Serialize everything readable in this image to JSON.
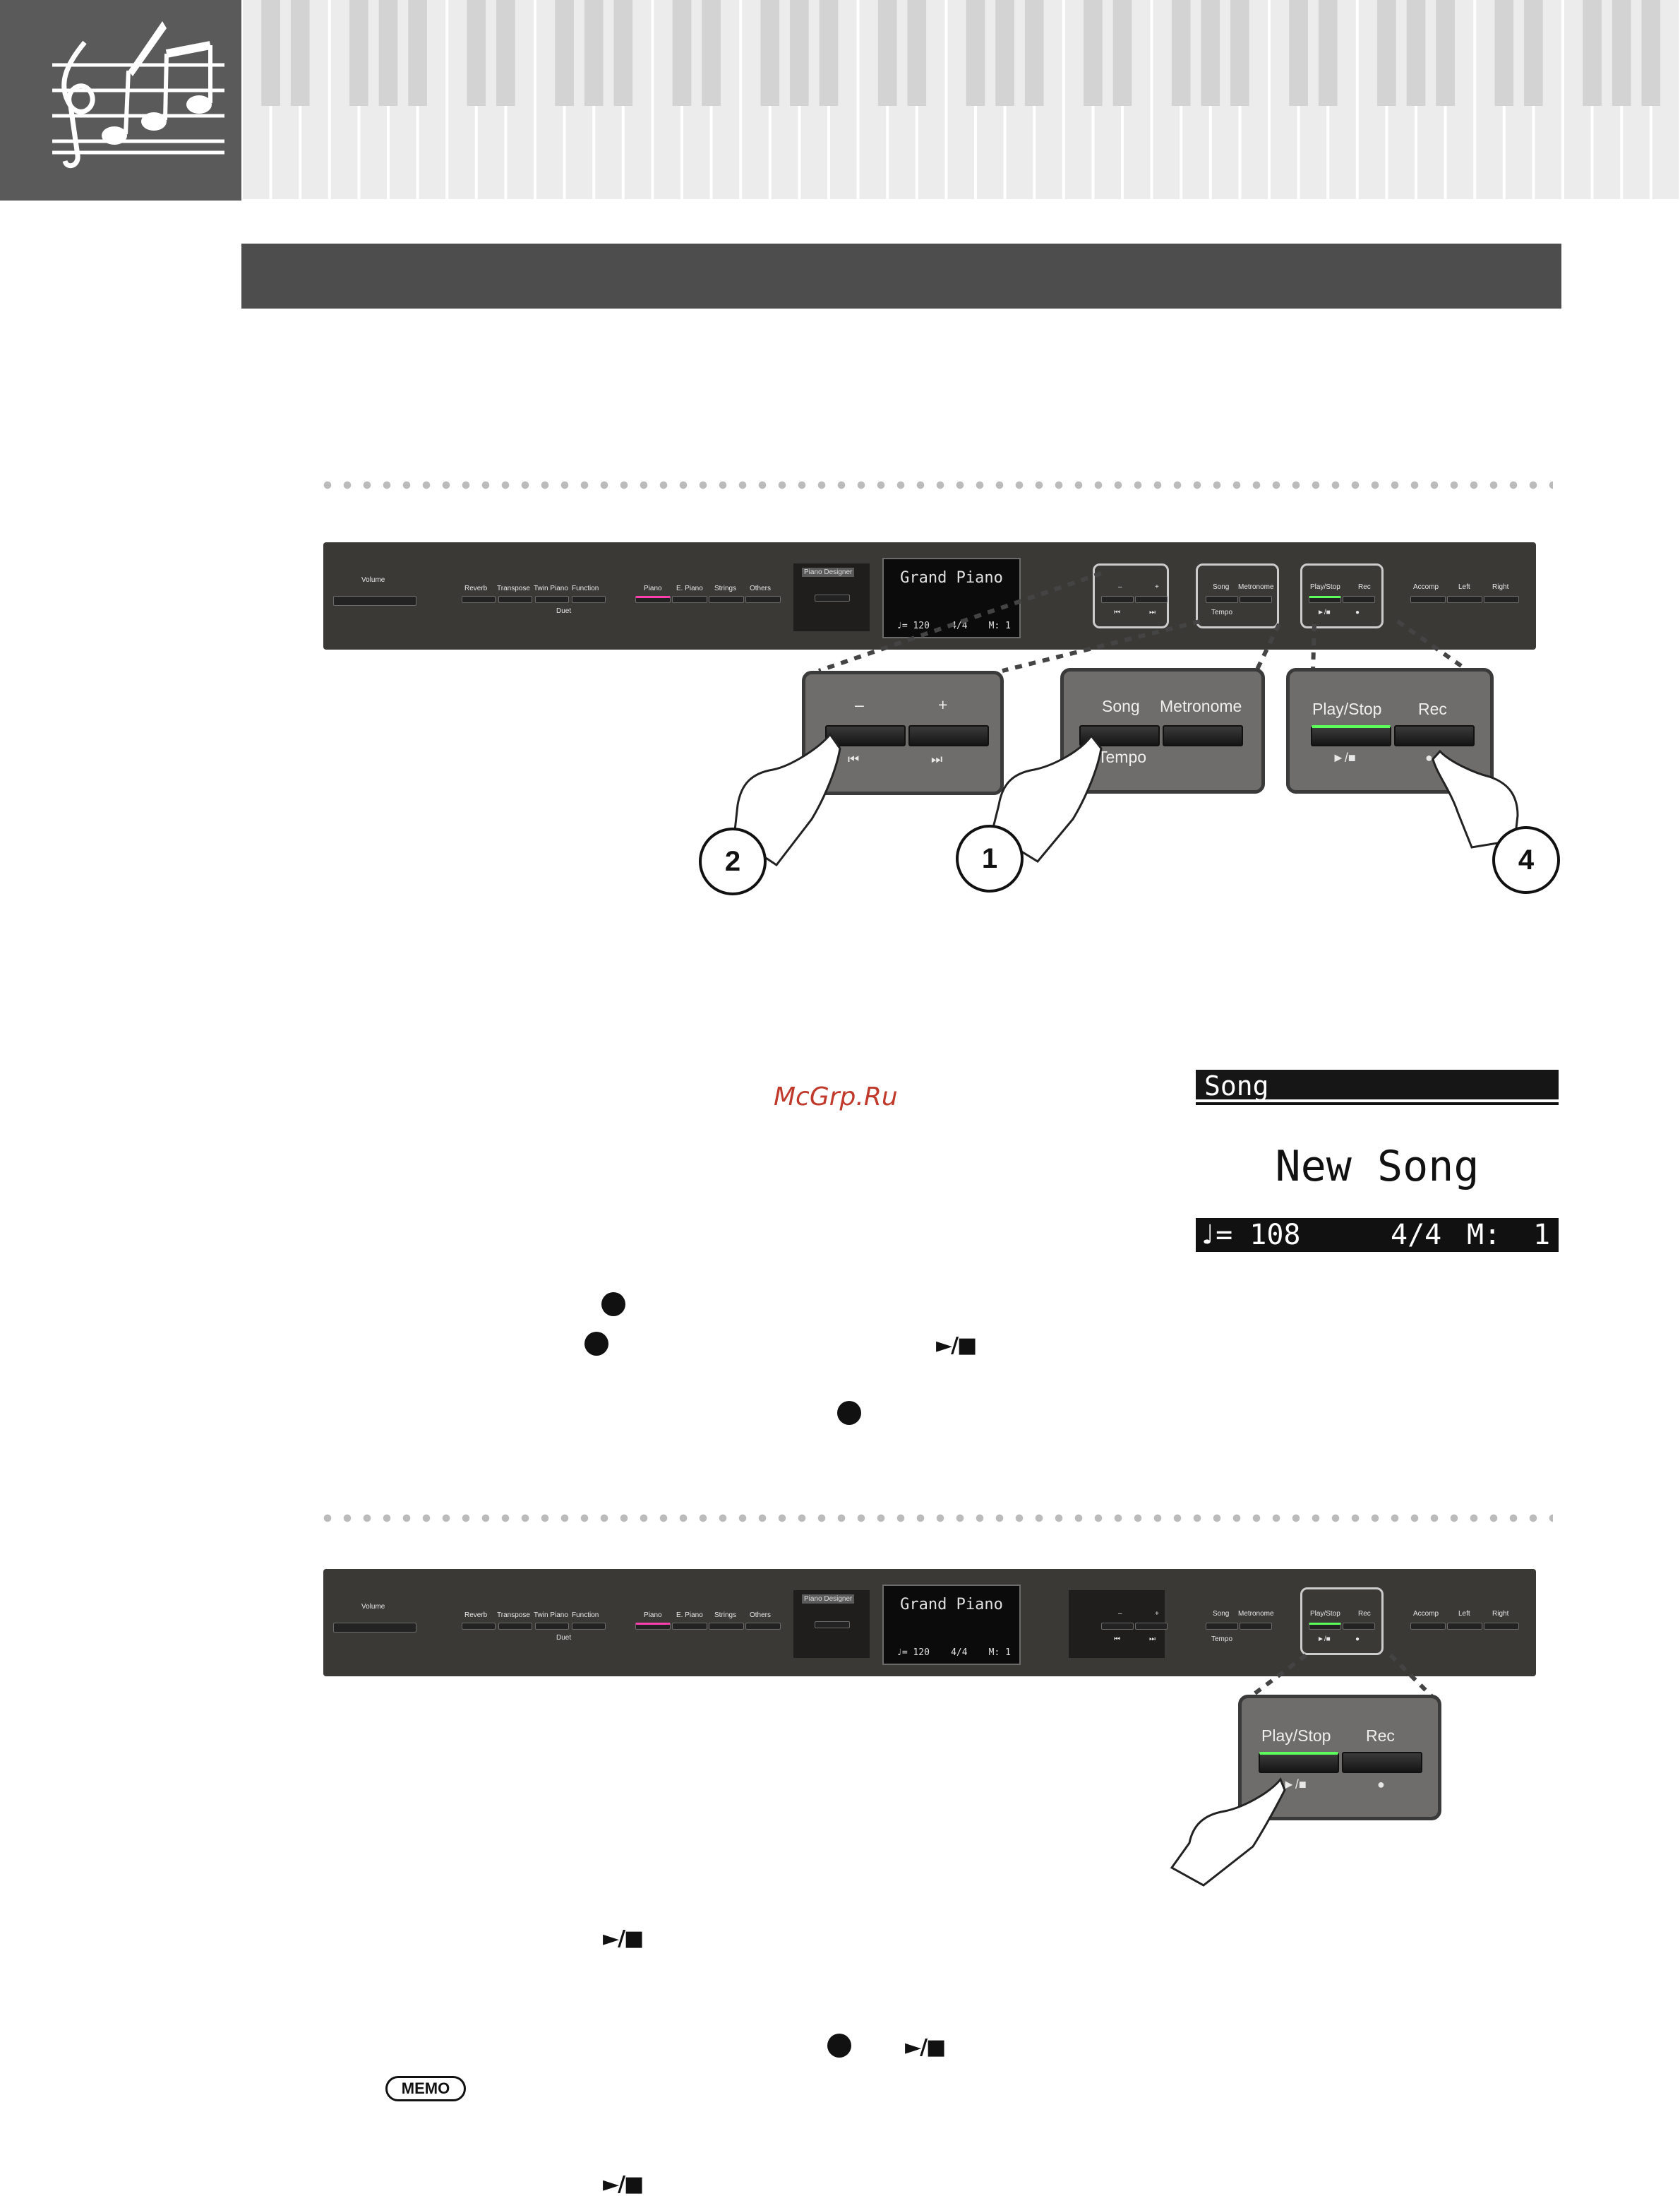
{
  "watermark": "McGrp.Ru",
  "panel": {
    "volume": "Volume",
    "reverb": "Reverb",
    "transpose": "Transpose",
    "twin_piano": "Twin Piano",
    "function": "Function",
    "duet": "Duet",
    "piano": "Piano",
    "e_piano": "E. Piano",
    "strings": "Strings",
    "others": "Others",
    "piano_designer": "Piano Designer",
    "display_title": "Grand Piano",
    "display_tempo": "♩= 120",
    "display_beat": "4/4",
    "display_measure": "M:  1",
    "minus": "–",
    "plus": "+",
    "rewind": "⏮",
    "fastforward": "⏭",
    "song": "Song",
    "metronome": "Metronome",
    "tempo": "Tempo",
    "play_stop": "Play/Stop",
    "rec": "Rec",
    "play_stop_symbol": "►/■",
    "rec_symbol": "●",
    "accomp": "Accomp",
    "left": "Left",
    "right": "Right"
  },
  "steps": [
    "2",
    "1",
    "4"
  ],
  "lcd": {
    "header": "Song",
    "main": "New Song",
    "tempo": "♩= 108",
    "beat": "4/4",
    "measure": "M:",
    "measure_value": "1"
  },
  "glyphs": {
    "rec_dot": "●",
    "play_stop": "►/■",
    "memo": "MEMO"
  },
  "colors": {
    "banner": "#5a5a5a",
    "section_bar": "#4d4d4d",
    "panel": "#3b3936",
    "play_led": "#5dff5d",
    "piano_led": "#ff3fae"
  }
}
